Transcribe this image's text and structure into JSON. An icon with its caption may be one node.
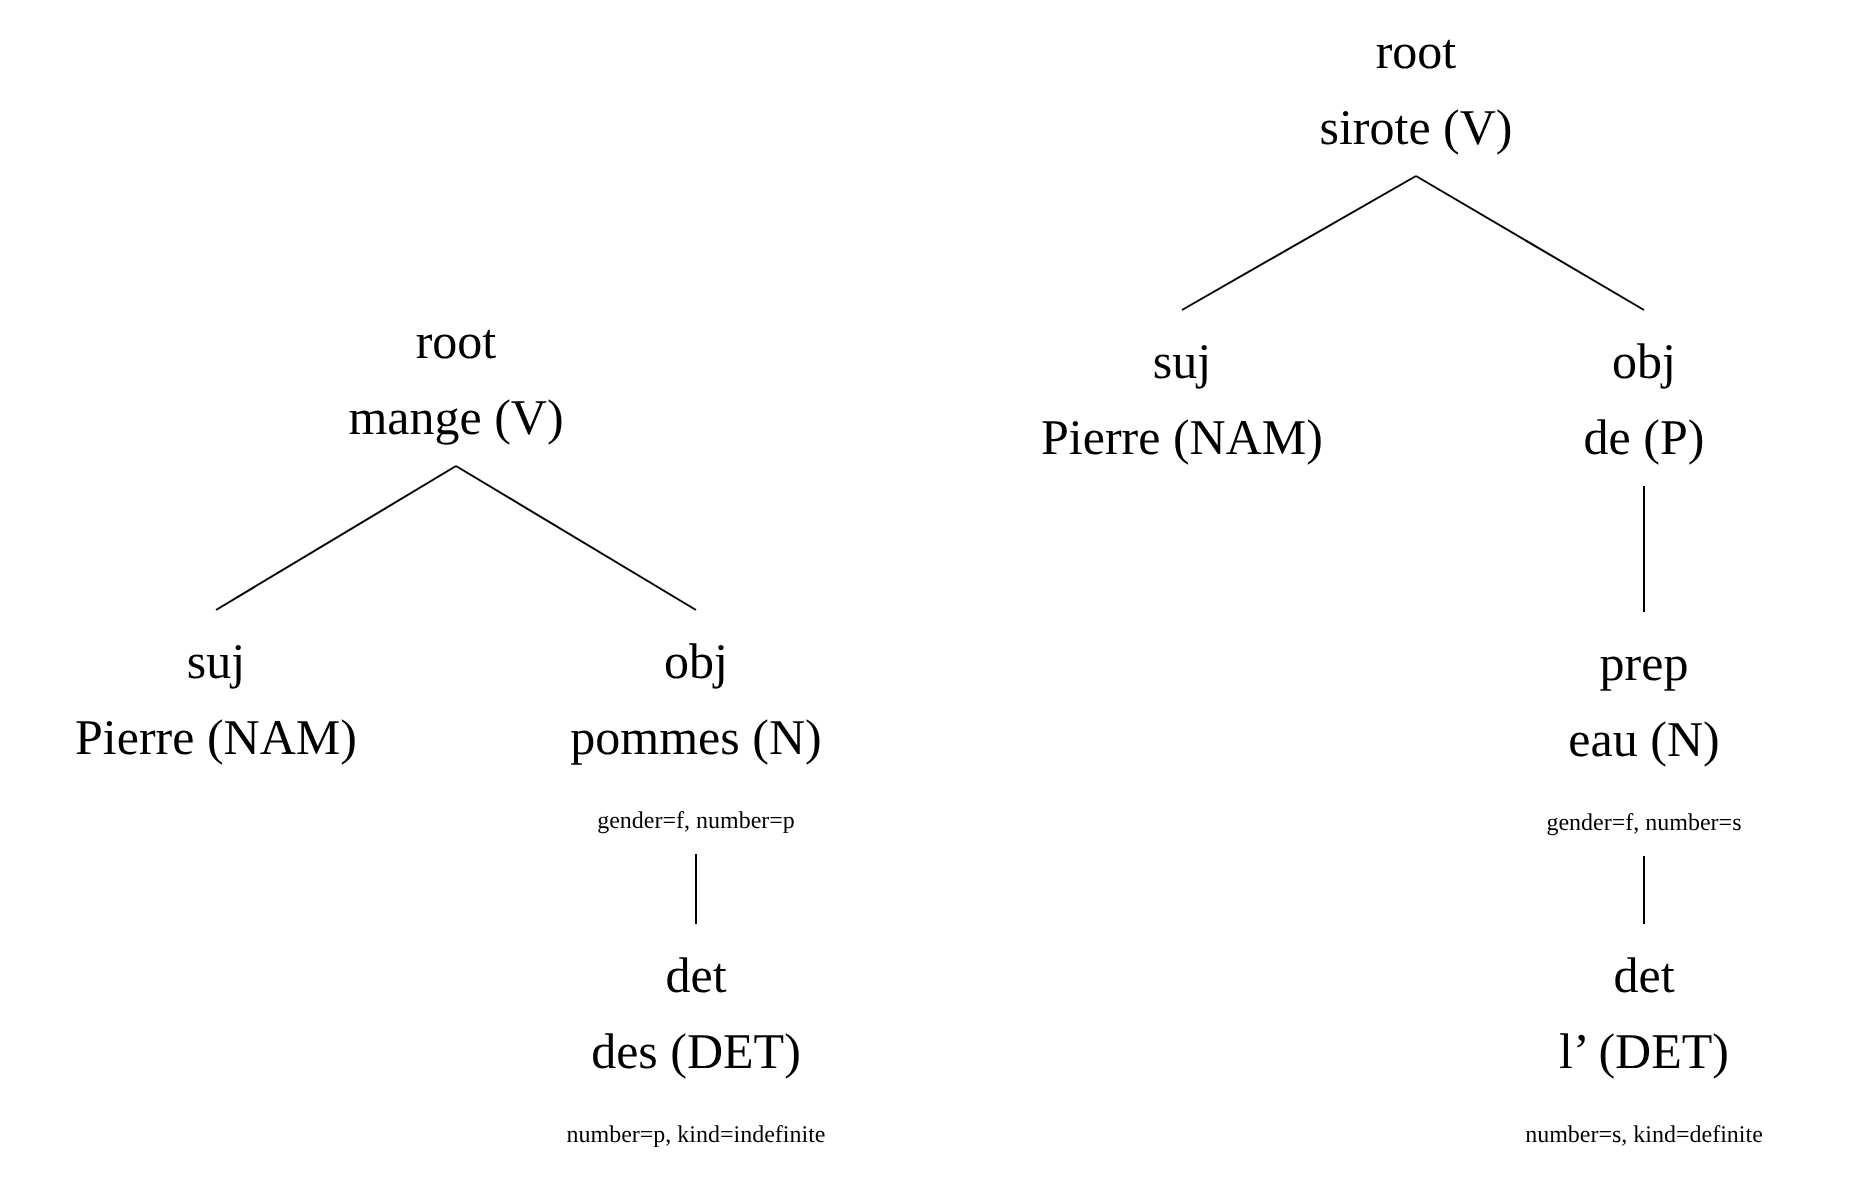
{
  "diagram": {
    "nodes": [
      {
        "text": [
          "root",
          "mange (V)"
        ]
      },
      {
        "text": [
          "suj",
          "Pierre (NAM)"
        ]
      },
      {
        "text": [
          "obj",
          "pommes (N)"
        ],
        "beside": [
          "gender=f, number=p"
        ]
      },
      {
        "text": [
          "det",
          "des (DET)"
        ],
        "beside": [
          "number=p, kind=indefinite"
        ]
      },
      {
        "text": [
          "root",
          "sirote (V)"
        ]
      },
      {
        "text": [
          "suj",
          "Pierre (NAM)"
        ]
      },
      {
        "text": [
          "obj",
          "de (P)"
        ]
      },
      {
        "text": [
          "prep",
          "eau (N)"
        ],
        "beside": [
          "gender=f, number=s"
        ]
      },
      {
        "text": [
          "det",
          "l’ (DET)"
        ],
        "beside": [
          "number=s, kind=definite"
        ]
      }
    ],
    "edges": [
      {
        "from": 0,
        "to": 1,
        "arrow": "none"
      },
      {
        "from": 0,
        "to": 2,
        "arrow": "none"
      },
      {
        "from": 2,
        "to": 3,
        "arrow": "none"
      },
      {
        "from": 4,
        "to": 5,
        "arrow": "none"
      },
      {
        "from": 4,
        "to": 6,
        "arrow": "none"
      },
      {
        "from": 6,
        "to": 7,
        "arrow": "none"
      },
      {
        "from": 7,
        "to": 8,
        "arrow": "none"
      }
    ]
  }
}
